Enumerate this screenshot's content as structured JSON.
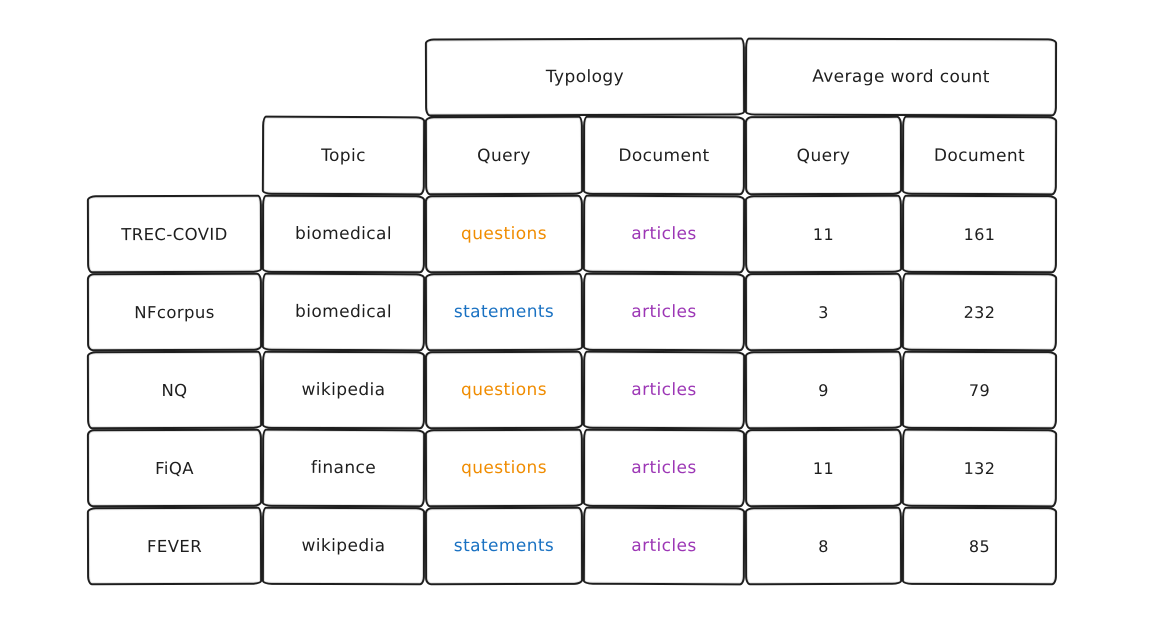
{
  "canvas": {
    "background": "#ffffff",
    "ink": "#1e1e1e"
  },
  "table": {
    "group_headers": [
      {
        "label": "Typology"
      },
      {
        "label": "Average word count"
      }
    ],
    "column_headers": {
      "topic": "Topic",
      "typology_query": "Query",
      "typology_document": "Document",
      "awc_query": "Query",
      "awc_document": "Document"
    },
    "palette": {
      "questions": "#f08c00",
      "statements": "#1971c2",
      "articles": "#9c36b5",
      "ink": "#1e1e1e"
    },
    "rows": [
      {
        "dataset": "TREC-COVID",
        "topic": "biomedical",
        "query_typology": "questions",
        "query_typology_color": "#f08c00",
        "document_typology": "articles",
        "document_typology_color": "#9c36b5",
        "query_avg_word_count": 11,
        "document_avg_word_count": 161
      },
      {
        "dataset": "NFcorpus",
        "topic": "biomedical",
        "query_typology": "statements",
        "query_typology_color": "#1971c2",
        "document_typology": "articles",
        "document_typology_color": "#9c36b5",
        "query_avg_word_count": 3,
        "document_avg_word_count": 232
      },
      {
        "dataset": "NQ",
        "topic": "wikipedia",
        "query_typology": "questions",
        "query_typology_color": "#f08c00",
        "document_typology": "articles",
        "document_typology_color": "#9c36b5",
        "query_avg_word_count": 9,
        "document_avg_word_count": 79
      },
      {
        "dataset": "FiQA",
        "topic": "finance",
        "query_typology": "questions",
        "query_typology_color": "#f08c00",
        "document_typology": "articles",
        "document_typology_color": "#9c36b5",
        "query_avg_word_count": 11,
        "document_avg_word_count": 132
      },
      {
        "dataset": "FEVER",
        "topic": "wikipedia",
        "query_typology": "statements",
        "query_typology_color": "#1971c2",
        "document_typology": "articles",
        "document_typology_color": "#9c36b5",
        "query_avg_word_count": 8,
        "document_avg_word_count": 85
      }
    ]
  }
}
